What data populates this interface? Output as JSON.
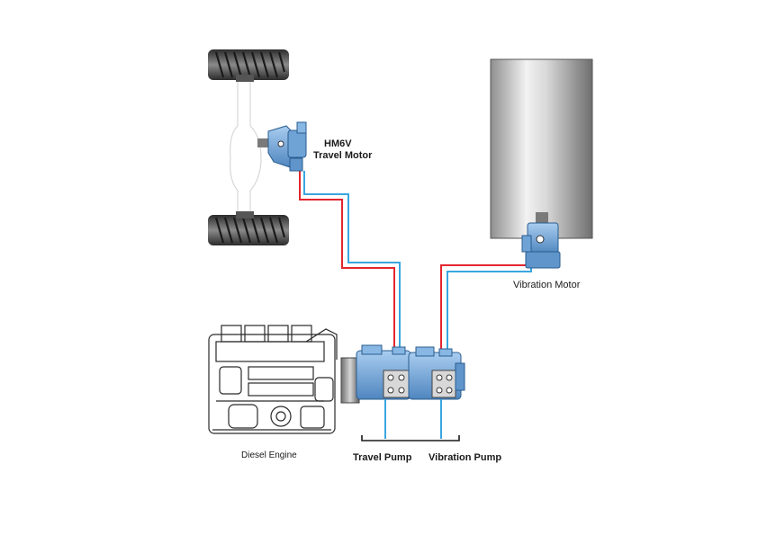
{
  "labels": {
    "travel_motor_line1": "HM6V",
    "travel_motor_line2": "Travel Motor",
    "vibration_motor": "Vibration Motor",
    "diesel_engine": "Diesel Engine",
    "travel_pump": "Travel Pump",
    "vibration_pump": "Vibration Pump"
  },
  "colors": {
    "high_pressure_line": "#e3262e",
    "low_pressure_line": "#3aa6e0",
    "hydraulic_component": "#7eb3e0",
    "outline": "#2a2a2a"
  }
}
